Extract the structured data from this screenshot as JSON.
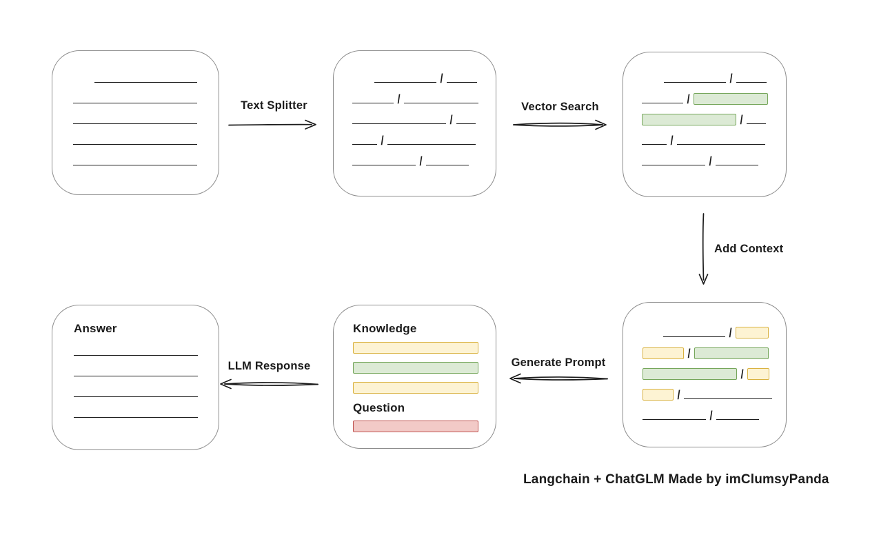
{
  "caption": "Langchain + ChatGLM Made by imClumsyPanda",
  "glyphs": {
    "slash": "/"
  },
  "colors": {
    "stroke": "#1b1b1b",
    "box_border": "#8c8c8c",
    "green_fill": "#dcead5",
    "green_border": "#75a65a",
    "yellow_fill": "#fdf3d3",
    "yellow_border": "#d9b240",
    "red_fill": "#f2cac7",
    "red_border": "#bf5350"
  },
  "arrows": [
    {
      "id": "text-splitter",
      "label": "Text Splitter",
      "direction": "right"
    },
    {
      "id": "vector-search",
      "label": "Vector Search",
      "direction": "right"
    },
    {
      "id": "add-context",
      "label": "Add Context",
      "direction": "down"
    },
    {
      "id": "generate-prompt",
      "label": "Generate Prompt",
      "direction": "left"
    },
    {
      "id": "llm-response",
      "label": "LLM Response",
      "direction": "left"
    }
  ],
  "boxes": {
    "document": {
      "rows": [
        [
          {
            "t": "gap",
            "w": 31
          },
          {
            "t": "line",
            "w": 149
          }
        ],
        [
          {
            "t": "line",
            "w": 180
          }
        ],
        [
          {
            "t": "line",
            "w": 180
          }
        ],
        [
          {
            "t": "line",
            "w": 180
          }
        ],
        [
          {
            "t": "line",
            "w": 180
          }
        ]
      ]
    },
    "chunks": {
      "rows": [
        [
          {
            "t": "gap",
            "w": 32
          },
          {
            "t": "line",
            "w": 90
          },
          {
            "t": "slash"
          },
          {
            "t": "line",
            "w": 44
          }
        ],
        [
          {
            "t": "line",
            "w": 60
          },
          {
            "t": "slash"
          },
          {
            "t": "line",
            "w": 108
          }
        ],
        [
          {
            "t": "line",
            "w": 136
          },
          {
            "t": "slash"
          },
          {
            "t": "line",
            "w": 28
          }
        ],
        [
          {
            "t": "line",
            "w": 36
          },
          {
            "t": "slash"
          },
          {
            "t": "line",
            "w": 128
          }
        ],
        [
          {
            "t": "line",
            "w": 92
          },
          {
            "t": "slash"
          },
          {
            "t": "line",
            "w": 62
          }
        ]
      ]
    },
    "matched_chunks": {
      "rows": [
        [
          {
            "t": "gap",
            "w": 32
          },
          {
            "t": "line",
            "w": 90
          },
          {
            "t": "slash"
          },
          {
            "t": "line",
            "w": 44
          }
        ],
        [
          {
            "t": "line",
            "w": 60
          },
          {
            "t": "slash"
          },
          {
            "t": "bar",
            "w": 108,
            "c": "green"
          }
        ],
        [
          {
            "t": "bar",
            "w": 137,
            "c": "green"
          },
          {
            "t": "slash"
          },
          {
            "t": "line",
            "w": 28
          }
        ],
        [
          {
            "t": "line",
            "w": 36
          },
          {
            "t": "slash"
          },
          {
            "t": "line",
            "w": 128
          }
        ],
        [
          {
            "t": "line",
            "w": 92
          },
          {
            "t": "slash"
          },
          {
            "t": "line",
            "w": 62
          }
        ]
      ]
    },
    "context_chunks": {
      "rows": [
        [
          {
            "t": "gap",
            "w": 30
          },
          {
            "t": "line",
            "w": 90
          },
          {
            "t": "slash"
          },
          {
            "t": "bar",
            "w": 48,
            "c": "yellow"
          }
        ],
        [
          {
            "t": "bar",
            "w": 60,
            "c": "yellow"
          },
          {
            "t": "slash"
          },
          {
            "t": "bar",
            "w": 108,
            "c": "green"
          }
        ],
        [
          {
            "t": "bar",
            "w": 137,
            "c": "green"
          },
          {
            "t": "slash"
          },
          {
            "t": "bar",
            "w": 32,
            "c": "yellow"
          }
        ],
        [
          {
            "t": "bar",
            "w": 45,
            "c": "yellow"
          },
          {
            "t": "slash"
          },
          {
            "t": "line",
            "w": 128
          }
        ],
        [
          {
            "t": "line",
            "w": 92
          },
          {
            "t": "slash"
          },
          {
            "t": "line",
            "w": 62
          }
        ]
      ]
    },
    "prompt": {
      "knowledge_label": "Knowledge",
      "question_label": "Question",
      "knowledge_rows": [
        [
          {
            "t": "bar",
            "w": 182,
            "c": "yellow"
          }
        ],
        [
          {
            "t": "bar",
            "w": 182,
            "c": "green"
          }
        ],
        [
          {
            "t": "bar",
            "w": 182,
            "c": "yellow"
          }
        ]
      ],
      "question_rows": [
        [
          {
            "t": "bar",
            "w": 182,
            "c": "red"
          }
        ]
      ]
    },
    "answer": {
      "label": "Answer",
      "rows": [
        [
          {
            "t": "line",
            "w": 180
          }
        ],
        [
          {
            "t": "line",
            "w": 180
          }
        ],
        [
          {
            "t": "line",
            "w": 180
          }
        ],
        [
          {
            "t": "line",
            "w": 180
          }
        ]
      ]
    }
  }
}
